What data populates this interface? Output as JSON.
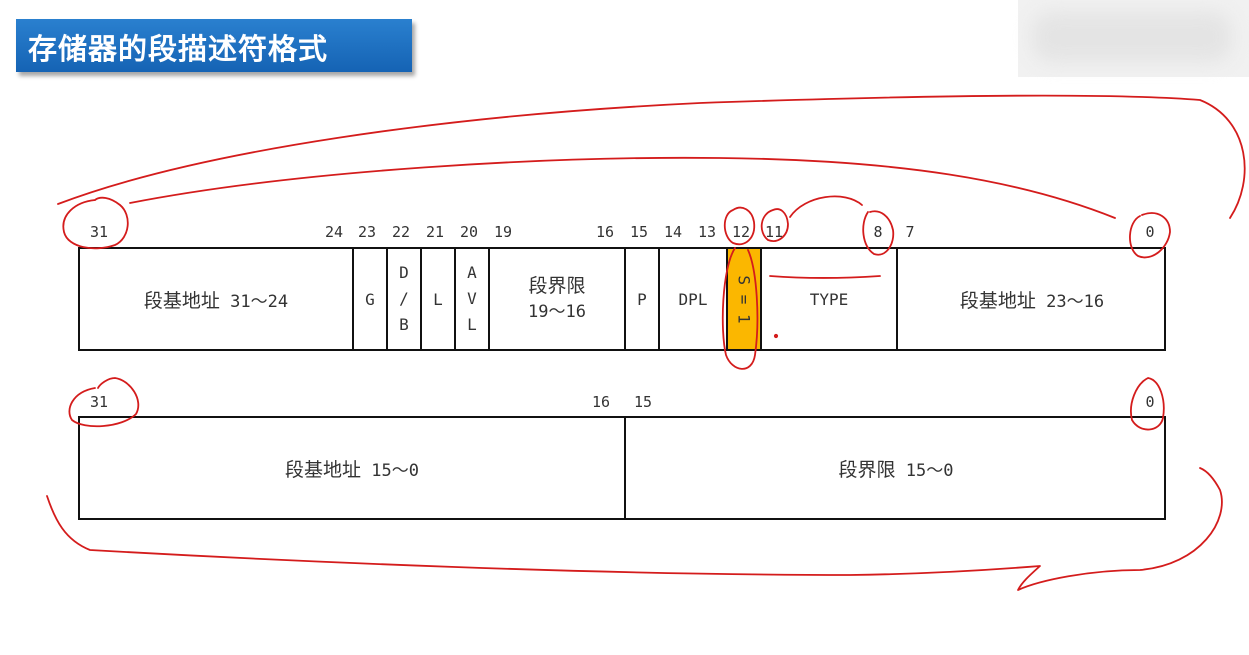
{
  "title": "存储器的段描述符格式",
  "high_word": {
    "bits": {
      "b31": "31",
      "b24": "24",
      "b23": "23",
      "b22": "22",
      "b21": "21",
      "b20": "20",
      "b19": "19",
      "b16": "16",
      "b15": "15",
      "b14": "14",
      "b13": "13",
      "b12": "12",
      "b11": "11",
      "b8": "8",
      "b7": "7",
      "b0": "0"
    },
    "fields": {
      "base_high": {
        "label": "段基地址",
        "range": "31～24"
      },
      "g": "G",
      "db": {
        "c1": "D",
        "c2": "/",
        "c3": "B"
      },
      "l": "L",
      "avl": {
        "c1": "A",
        "c2": "V",
        "c3": "L"
      },
      "limit_high": {
        "label": "段界限",
        "range": "19～16"
      },
      "p": "P",
      "dpl": "DPL",
      "s": "S = 1",
      "type": "TYPE",
      "base_mid": {
        "label": "段基地址",
        "range": "23～16"
      }
    }
  },
  "low_word": {
    "bits": {
      "b31": "31",
      "b16": "16",
      "b15": "15",
      "b0": "0"
    },
    "fields": {
      "base_low": {
        "label": "段基地址",
        "range": "15～0"
      },
      "limit_low": {
        "label": "段界限",
        "range": "15～0"
      }
    }
  },
  "colors": {
    "title_bg": "#1a6cc0",
    "s_highlight": "#fbb700",
    "annotation_ink": "#d41c1c"
  }
}
